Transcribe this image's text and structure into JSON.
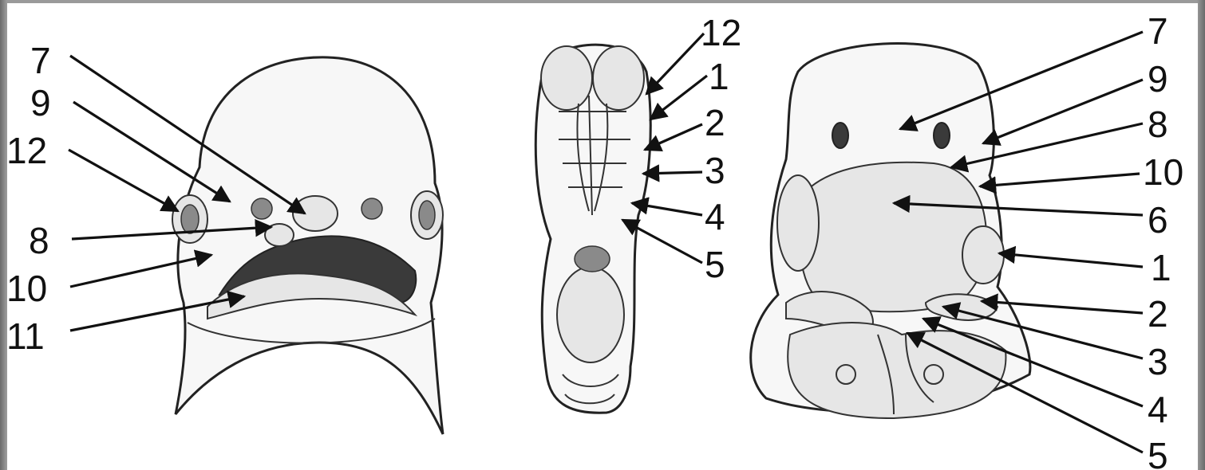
{
  "figure": {
    "left_panel": {
      "labels": [
        "7",
        "9",
        "12",
        "8",
        "10",
        "11"
      ]
    },
    "middle_panel": {
      "labels": [
        "12",
        "1",
        "2",
        "3",
        "4",
        "5"
      ]
    },
    "right_panel": {
      "labels": [
        "7",
        "9",
        "8",
        "10",
        "6",
        "1",
        "2",
        "3",
        "4",
        "5"
      ]
    }
  }
}
